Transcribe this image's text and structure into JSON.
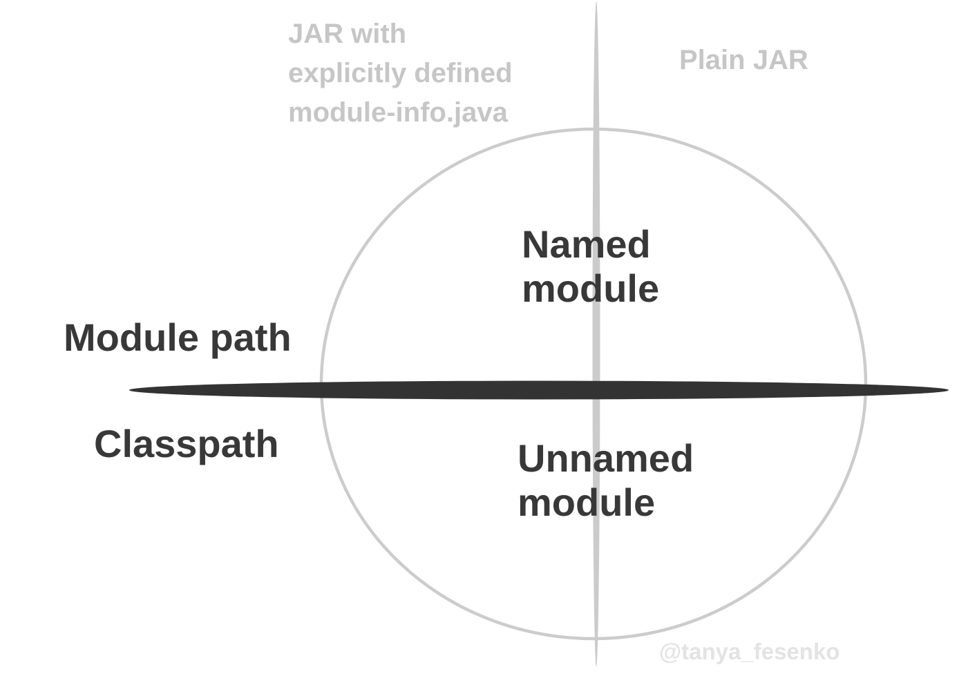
{
  "labels": {
    "jar_with_module_info": {
      "line1": "JAR with",
      "line2": "explicitly defined",
      "line3": "module-info.java"
    },
    "plain_jar": "Plain JAR",
    "named_module": {
      "line1": "Named",
      "line2": "module"
    },
    "module_path": "Module path",
    "classpath": "Classpath",
    "unnamed_module": {
      "line1": "Unnamed",
      "line2": "module"
    },
    "watermark": "@tanya_fesenko"
  },
  "colors": {
    "background": "#ffffff",
    "dark_text": "#383838",
    "gray_label_text": "#c6c6c6",
    "watermark_text": "#e3e3e3",
    "horizontal_line": "#333333",
    "vertical_line": "#cbcbcb",
    "circle_stroke": "#cccccc"
  }
}
